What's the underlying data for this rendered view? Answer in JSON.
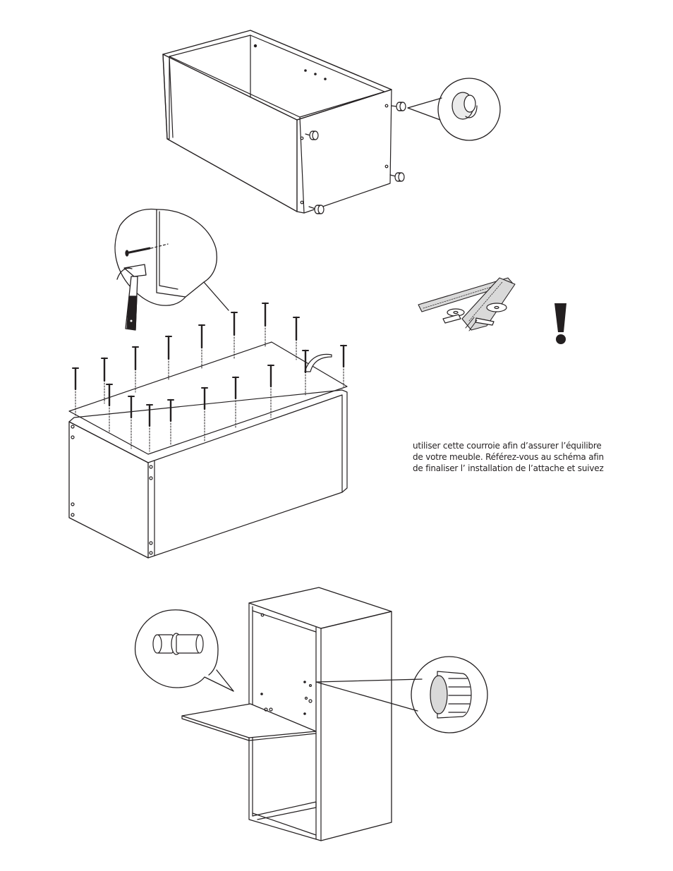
{
  "warning": {
    "lines": [
      "utiliser cette courroie afin d’assurer l’équilibre",
      "de votre meuble.  Référez-vous au schéma afin",
      "de finaliser l’ installation de l’attache et suivez"
    ]
  },
  "icons": {
    "exclamation": "exclamation-icon",
    "hammer": "hammer-icon",
    "nail": "nail-icon",
    "strap": "safety-strap-icon",
    "glide": "furniture-glide-icon",
    "shelf_pin": "shelf-pin-icon",
    "cam_lock": "cam-lock-icon"
  },
  "colors": {
    "ink": "#231f20",
    "paper": "#ffffff",
    "fill_grey": "#d9d9d9"
  }
}
